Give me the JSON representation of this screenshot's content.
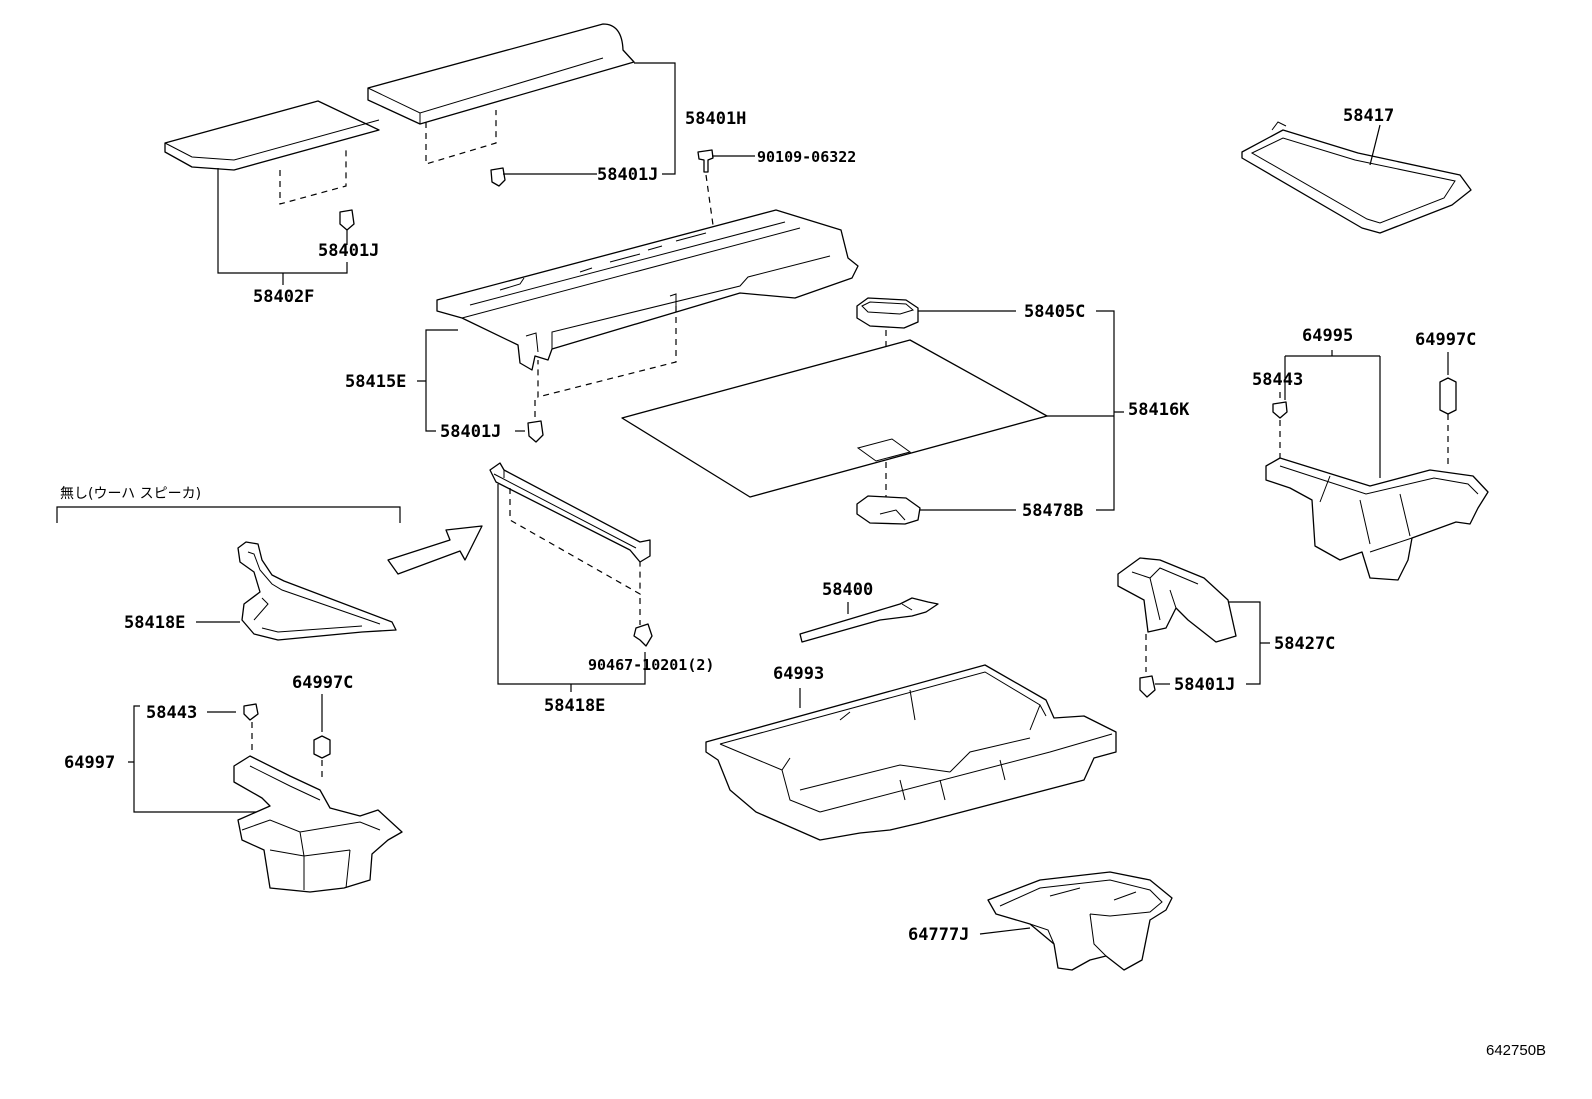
{
  "diagram_id": "642750B",
  "note": "無し(ウーハ スピーカ)",
  "labels": {
    "p58401H": "58401H",
    "p58401J_a": "58401J",
    "p90109": "90109-06322",
    "p58401J_b": "58401J",
    "p58402F": "58402F",
    "p58417": "58417",
    "p58415E": "58415E",
    "p58401J_c": "58401J",
    "p58405C": "58405C",
    "p58416K": "58416K",
    "p58478B": "58478B",
    "p64995": "64995",
    "p64997C_r": "64997C",
    "p58443_r": "58443",
    "p58418E_l": "58418E",
    "p90467": "90467-10201(2)",
    "p58418E_c": "58418E",
    "p58400": "58400",
    "p64993": "64993",
    "p58427C": "58427C",
    "p58401J_d": "58401J",
    "p64997C_l": "64997C",
    "p58443_l": "58443",
    "p64997": "64997",
    "p64777J": "64777J"
  }
}
